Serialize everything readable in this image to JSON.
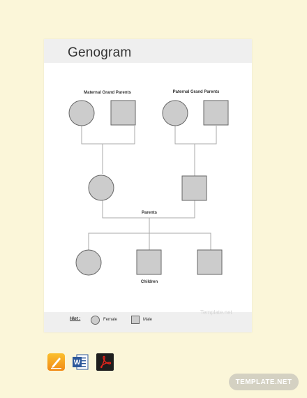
{
  "document": {
    "title": "Genogram",
    "labels": {
      "maternal": "Maternal Grand Parents",
      "paternal": "Paternal Grand Parents",
      "parents": "Parents",
      "children": "Children"
    },
    "footer": {
      "hint": "Hint :",
      "female": "Female",
      "male": "Male",
      "watermark": "Template.net"
    }
  },
  "formats": [
    {
      "name": "pages-icon"
    },
    {
      "name": "word-icon"
    },
    {
      "name": "pdf-icon"
    }
  ],
  "brand": {
    "label": "TEMPLATE.NET"
  },
  "colors": {
    "background": "#fbf6d9",
    "shape_fill": "#cccccc",
    "shape_stroke": "#666666",
    "line": "#aaaaaa"
  }
}
